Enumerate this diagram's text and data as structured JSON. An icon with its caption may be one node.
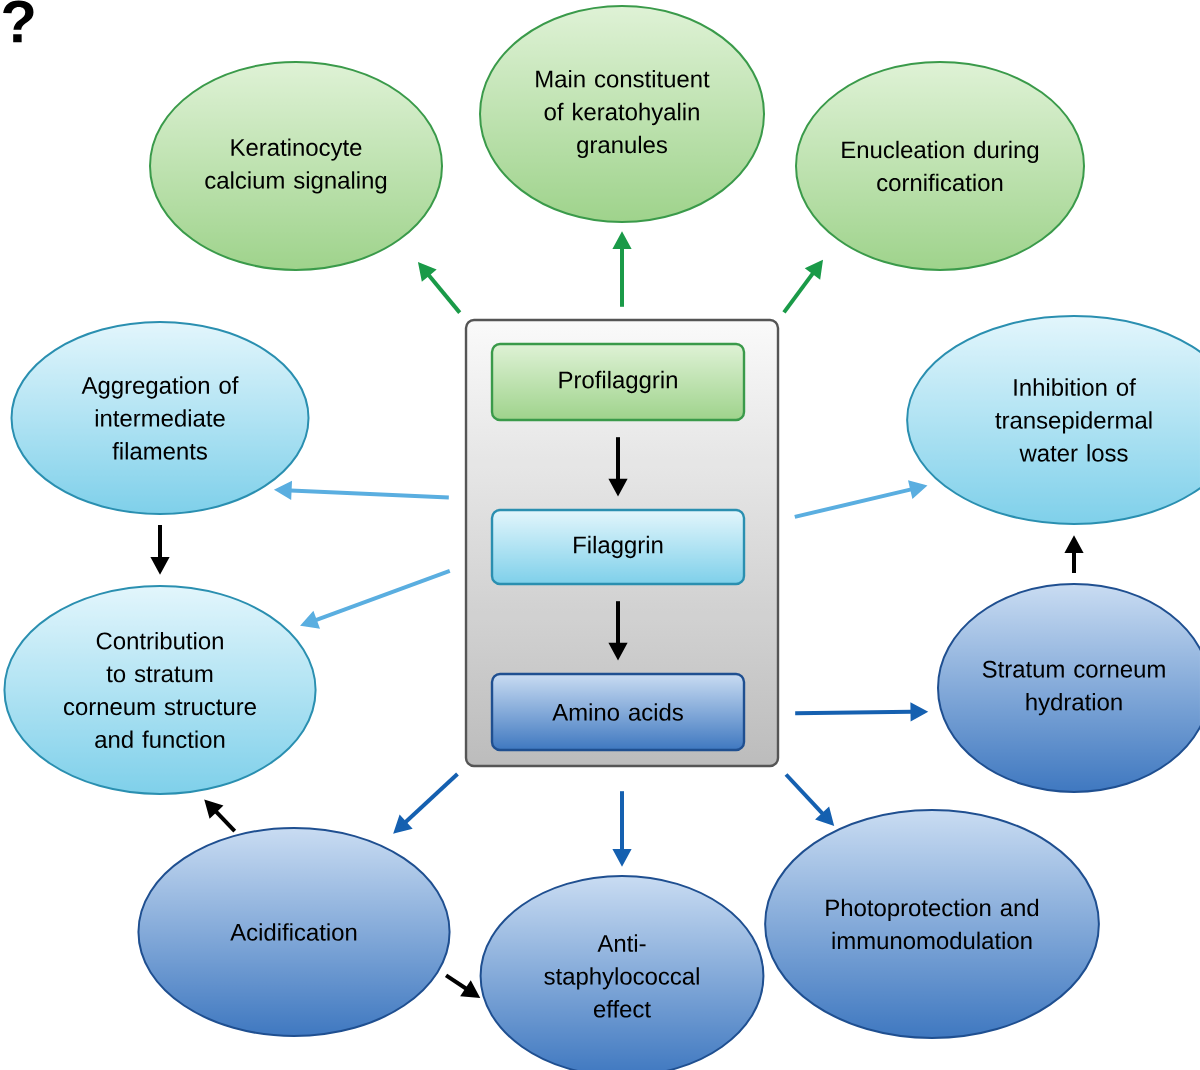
{
  "diagram": {
    "nodes": [
      {
        "text": [],
        "shape": "box"
      },
      {
        "text": [
          "Profilaggrin"
        ],
        "in": 0
      },
      {
        "text": [
          "Filaggrin"
        ],
        "in": 0
      },
      {
        "text": [
          "Amino acids"
        ],
        "in": 0
      },
      {
        "text": [
          "Keratinocyte calcium signaling"
        ]
      },
      {
        "text": [
          "Main constituent of keratohyalin granules"
        ]
      },
      {
        "text": [
          "Enucleation during cornification"
        ]
      },
      {
        "text": [
          "Aggregation of intermediate filaments"
        ]
      },
      {
        "text": [
          "Inhibition of transepidermal water loss"
        ]
      },
      {
        "text": [
          "Contribution to stratum corneum structure and function"
        ]
      },
      {
        "text": [
          "Stratum corneum hydration"
        ]
      },
      {
        "text": [
          "Acidification"
        ]
      },
      {
        "text": [
          "Anti-staphylococcal effect"
        ]
      },
      {
        "text": [
          "Photoprotection and immunomodulation"
        ]
      }
    ],
    "edges": [
      {
        "from": 1,
        "to": 2,
        "arrow": "to"
      },
      {
        "from": 2,
        "to": 3,
        "arrow": "to"
      },
      {
        "from": 0,
        "to": 4,
        "arrow": "to",
        "color": "#1a9a48"
      },
      {
        "from": 0,
        "to": 5,
        "arrow": "to",
        "color": "#1a9a48"
      },
      {
        "from": 0,
        "to": 6,
        "arrow": "to",
        "color": "#1a9a48"
      },
      {
        "from": 0,
        "to": 7,
        "arrow": "to",
        "color": "#5aaee0"
      },
      {
        "from": 0,
        "to": 9,
        "arrow": "to",
        "color": "#5aaee0"
      },
      {
        "from": 0,
        "to": 8,
        "arrow": "to",
        "color": "#5aaee0"
      },
      {
        "from": 0,
        "to": 10,
        "arrow": "to",
        "color": "#1560b0"
      },
      {
        "from": 0,
        "to": 13,
        "arrow": "to",
        "color": "#1560b0"
      },
      {
        "from": 0,
        "to": 12,
        "arrow": "to",
        "color": "#1560b0"
      },
      {
        "from": 0,
        "to": 11,
        "arrow": "to",
        "color": "#1560b0"
      },
      {
        "from": 7,
        "to": 9,
        "arrow": "to"
      },
      {
        "from": 10,
        "to": 8,
        "arrow": "to"
      },
      {
        "from": 11,
        "to": 9,
        "arrow": "to"
      },
      {
        "from": 11,
        "to": 12,
        "arrow": "to"
      }
    ],
    "labels": [
      "?"
    ]
  }
}
